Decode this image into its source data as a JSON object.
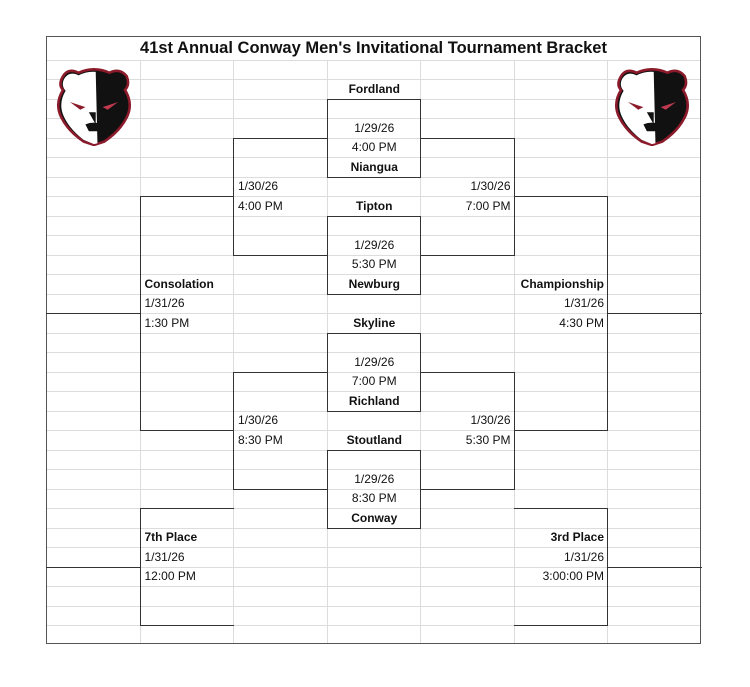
{
  "title": "41st Annual Conway Men's Invitational Tournament Bracket",
  "logos": {
    "left": "bear-logo",
    "right": "bear-logo",
    "colors": {
      "dark": "#111111",
      "light": "#ffffff",
      "accent": "#8b1a2b"
    }
  },
  "first_round": [
    {
      "team_top": "Fordland",
      "date": "1/29/26",
      "time": "4:00 PM",
      "team_bottom": "Niangua"
    },
    {
      "team_top": "Tipton",
      "date": "1/29/26",
      "time": "5:30 PM",
      "team_bottom": "Newburg"
    },
    {
      "team_top": "Skyline",
      "date": "1/29/26",
      "time": "7:00 PM",
      "team_bottom": "Richland"
    },
    {
      "team_top": "Stoutland",
      "date": "1/29/26",
      "time": "8:30 PM",
      "team_bottom": "Conway"
    }
  ],
  "second_round": {
    "left_top": {
      "date": "1/30/26",
      "time": "4:00 PM"
    },
    "right_top": {
      "date": "1/30/26",
      "time": "7:00 PM"
    },
    "left_bottom": {
      "date": "1/30/26",
      "time": "8:30 PM"
    },
    "right_bottom": {
      "date": "1/30/26",
      "time": "5:30 PM"
    }
  },
  "finals": {
    "consolation": {
      "label": "Consolation",
      "date": "1/31/26",
      "time": "1:30 PM"
    },
    "championship": {
      "label": "Championship",
      "date": "1/31/26",
      "time": "4:30 PM"
    },
    "seventh_place": {
      "label": "7th Place",
      "date": "1/31/26",
      "time": "12:00 PM"
    },
    "third_place": {
      "label": "3rd Place",
      "date": "1/31/26",
      "time": "3:00:00 PM"
    }
  }
}
